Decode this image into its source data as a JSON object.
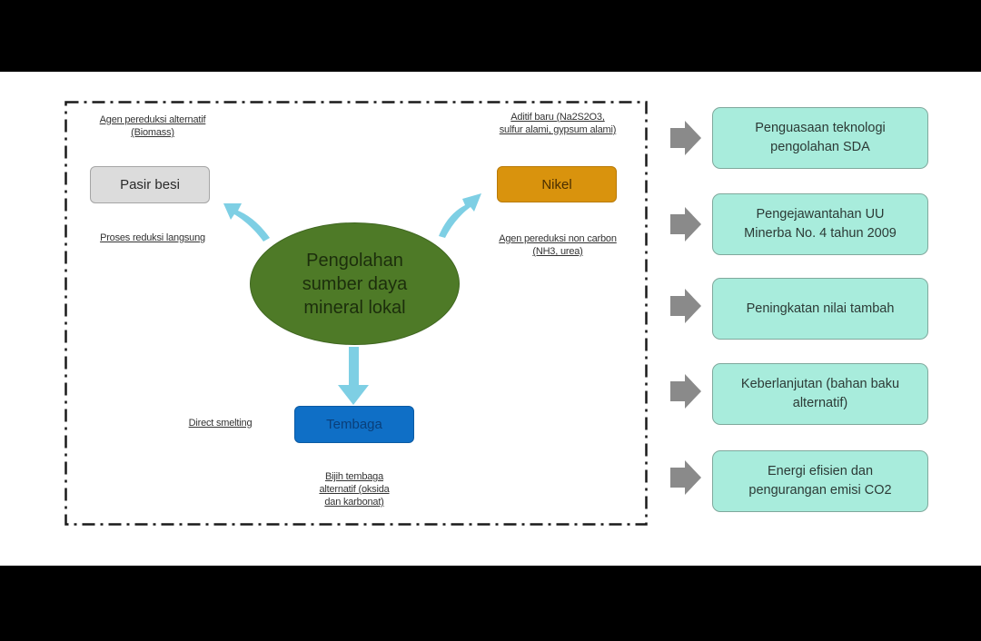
{
  "diagram": {
    "center": {
      "label_lines": [
        "Pengolahan",
        "sumber daya",
        "mineral lokal"
      ],
      "color": "#4e7a27"
    },
    "nodes": {
      "pasir_besi": {
        "label": "Pasir besi",
        "color": "#dcdcdc",
        "note_top": [
          "Agen pereduksi alternatif",
          "(Biomass)"
        ],
        "note_bottom": [
          "Proses reduksi langsung"
        ]
      },
      "nikel": {
        "label": "Nikel",
        "color": "#d9930d",
        "note_top": [
          "Aditif baru (Na2S2O3,",
          "sulfur alami, gypsum alami)"
        ],
        "note_bottom": [
          "Agen pereduksi non carbon",
          "(NH3, urea)"
        ]
      },
      "tembaga": {
        "label": "Tembaga",
        "color": "#0f6fc6",
        "note_left": [
          "Direct smelting"
        ],
        "note_bottom": [
          "Bijih tembaga",
          "alternatif (oksida",
          "dan karbonat)"
        ]
      }
    },
    "arrow_color": "#7ecfe4",
    "outcome_arrow_color": "#8a8a8a",
    "outcome_color": "#a8ecdc",
    "outcomes": [
      {
        "lines": [
          "Penguasaan teknologi",
          "pengolahan SDA"
        ]
      },
      {
        "lines": [
          "Pengejawantahan UU",
          "Minerba No. 4 tahun 2009"
        ]
      },
      {
        "lines": [
          "Peningkatan nilai tambah"
        ]
      },
      {
        "lines": [
          "Keberlanjutan (bahan baku",
          "alternatif)"
        ]
      },
      {
        "lines": [
          "Energi efisien dan",
          "pengurangan emisi CO2"
        ]
      }
    ]
  }
}
